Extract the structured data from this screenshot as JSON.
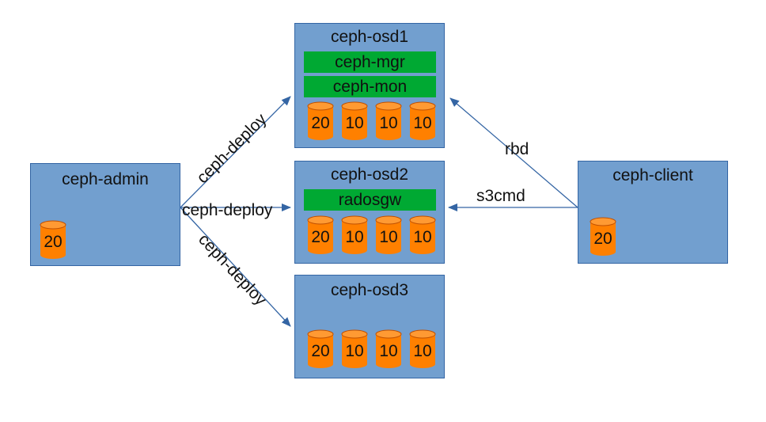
{
  "admin": {
    "title": "ceph-admin",
    "disk": "20"
  },
  "client": {
    "title": "ceph-client",
    "disk": "20"
  },
  "osd1": {
    "title": "ceph-osd1",
    "services": [
      "ceph-mgr",
      "ceph-mon"
    ],
    "disks": [
      "20",
      "10",
      "10",
      "10"
    ]
  },
  "osd2": {
    "title": "ceph-osd2",
    "services": [
      "radosgw"
    ],
    "disks": [
      "20",
      "10",
      "10",
      "10"
    ]
  },
  "osd3": {
    "title": "ceph-osd3",
    "disks": [
      "20",
      "10",
      "10",
      "10"
    ]
  },
  "edges": {
    "deploy_osd1": "ceph-deploy",
    "deploy_osd2": "ceph-deploy",
    "deploy_osd3": "ceph-deploy",
    "rbd": "rbd",
    "s3cmd": "s3cmd"
  },
  "colors": {
    "node": "#729fcf",
    "service": "#00a933",
    "disk": "#ff8000",
    "edge": "#3465a4"
  }
}
